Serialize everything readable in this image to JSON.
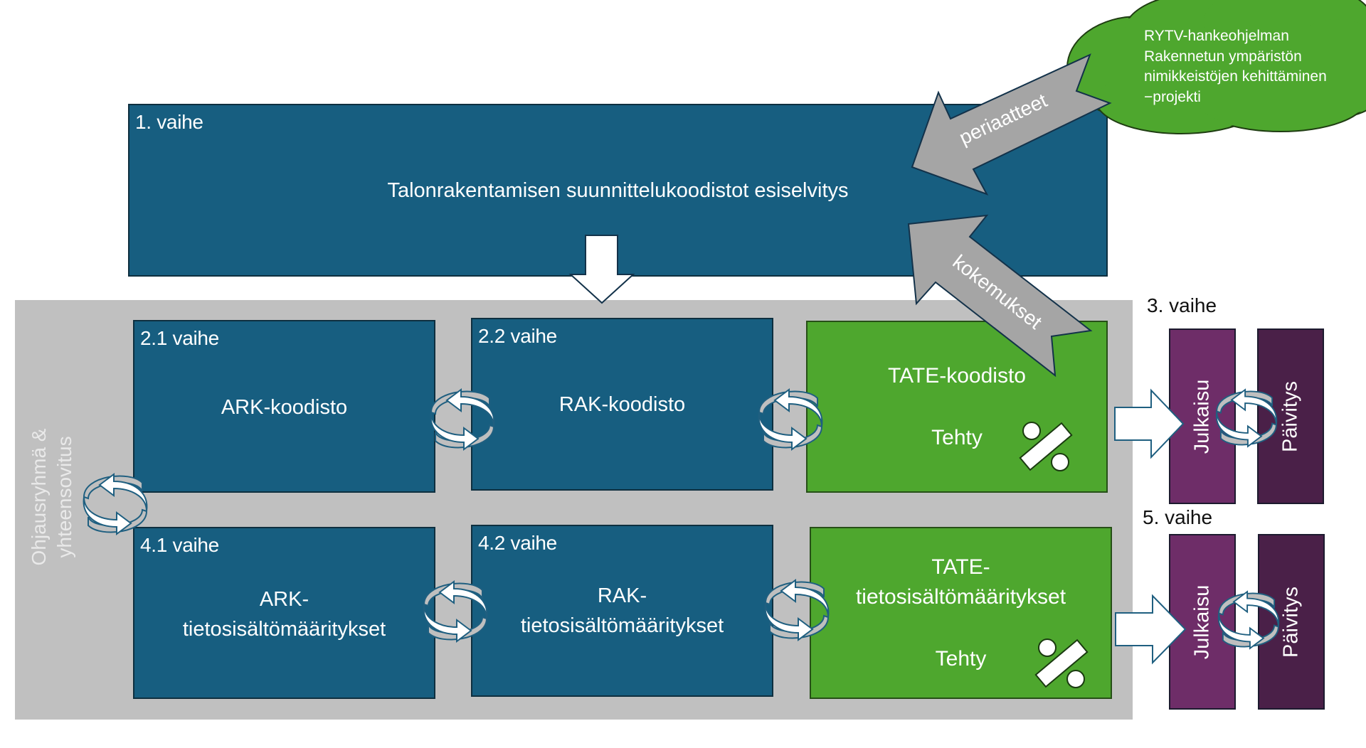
{
  "cloud": {
    "lines": [
      "RYTV-hankeohjelman",
      "Rakennetun ympäristön",
      "nimikkeistöjen kehittäminen",
      "−projekti"
    ]
  },
  "flow_arrows": {
    "principles_label": "periaatteet",
    "experiences_label": "kokemukset"
  },
  "phase1": {
    "label": "1. vaihe",
    "title": "Talonrakentamisen suunnittelukoodistot esiselvitys"
  },
  "steering": {
    "line1": "Ohjausryhmä &",
    "line2": "yhteensovitus"
  },
  "row_codes": {
    "ark": {
      "label": "2.1 vaihe",
      "title": "ARK-koodisto"
    },
    "rak": {
      "label": "2.2 vaihe",
      "title": "RAK-koodisto"
    },
    "tate": {
      "title": "TATE-koodisto",
      "status": "Tehty"
    }
  },
  "row_definitions": {
    "ark": {
      "label": "4.1 vaihe",
      "title_line1": "ARK-",
      "title_line2": "tietosisältömääritykset"
    },
    "rak": {
      "label": "4.2 vaihe",
      "title_line1": "RAK-",
      "title_line2": "tietosisältömääritykset"
    },
    "tate": {
      "title_line1": "TATE-",
      "title_line2": "tietosisältömääritykset",
      "status": "Tehty"
    }
  },
  "phase3": {
    "label": "3. vaihe",
    "publish": "Julkaisu",
    "update": "Päivitys"
  },
  "phase5": {
    "label": "5. vaihe",
    "publish": "Julkaisu",
    "update": "Päivitys"
  },
  "colors": {
    "blue": "#175e80",
    "green": "#4ea72e",
    "purple": "#6e2d68",
    "dark_purple": "#4a2048",
    "gray_panel": "#c0c0c0",
    "arrow_gray": "#a5a5a5"
  }
}
